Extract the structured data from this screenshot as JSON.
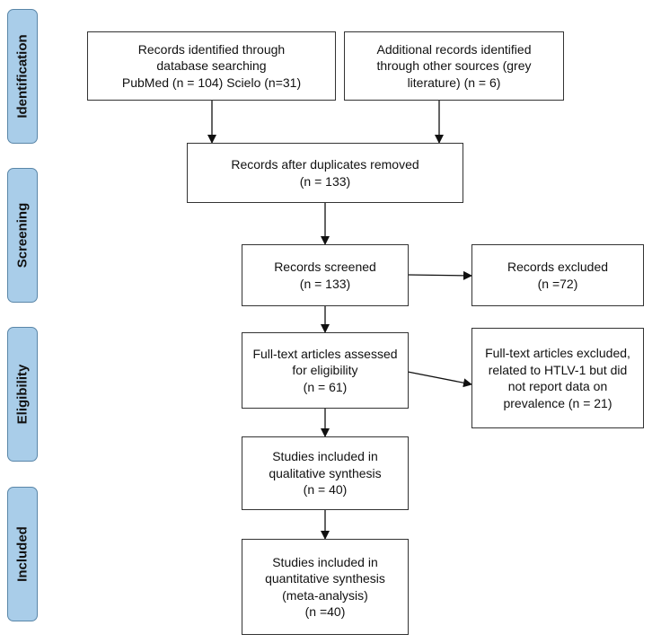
{
  "stages": {
    "identification": "Identification",
    "screening": "Screening",
    "eligibility": "Eligibility",
    "included": "Included"
  },
  "boxes": {
    "database_records": [
      "Records identified through",
      "database searching",
      "PubMed (n = 104) Scielo (n=31)"
    ],
    "other_records": [
      "Additional records identified",
      "through other sources (grey",
      "literature) (n = 6)"
    ],
    "after_duplicates": [
      "Records after duplicates removed",
      "(n = 133)"
    ],
    "screened": [
      "Records screened",
      "(n = 133)"
    ],
    "excluded": [
      "Records excluded",
      "(n =72)"
    ],
    "fulltext_assessed": [
      "Full-text articles assessed",
      "for eligibility",
      "(n = 61)"
    ],
    "fulltext_excluded": [
      "Full-text articles excluded,",
      "related to HTLV-1 but did",
      "not report data on",
      "prevalence (n = 21)"
    ],
    "qualitative": [
      "Studies included in",
      "qualitative synthesis",
      "(n = 40)"
    ],
    "quantitative": [
      "Studies included in",
      "quantitative synthesis",
      "(meta-analysis)",
      "(n =40)"
    ]
  },
  "colors": {
    "stage_fill": "#a9cde9",
    "stage_border": "#5a86a8",
    "box_border": "#333333",
    "arrow": "#111111"
  }
}
